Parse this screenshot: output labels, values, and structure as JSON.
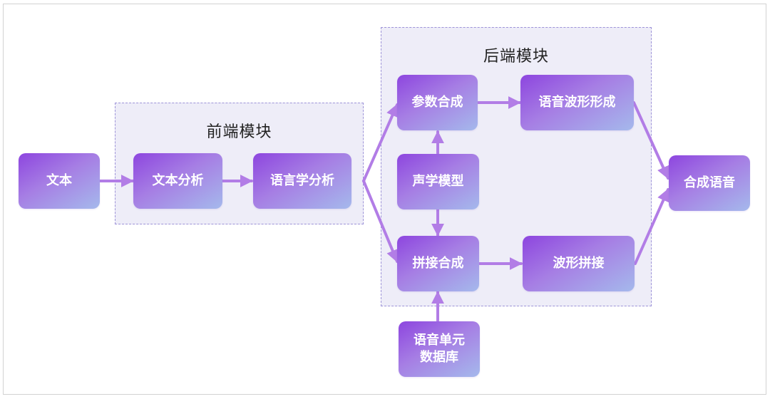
{
  "frontend": {
    "title": "前端模块"
  },
  "backend": {
    "title": "后端模块"
  },
  "nodes": {
    "text": "文本",
    "text_analysis": "文本分析",
    "linguistic_analysis": "语言学分析",
    "param_synthesis": "参数合成",
    "waveform_generation": "语音波形形成",
    "acoustic_model": "声学模型",
    "concat_synthesis": "拼接合成",
    "waveform_concat": "波形拼接",
    "unit_db_line1": "语音单元",
    "unit_db_line2": "数据库",
    "output_speech": "合成语音"
  },
  "colors": {
    "arrow": "#b27de6",
    "node_start": "#8d45df",
    "node_end": "#a5b9ec"
  }
}
